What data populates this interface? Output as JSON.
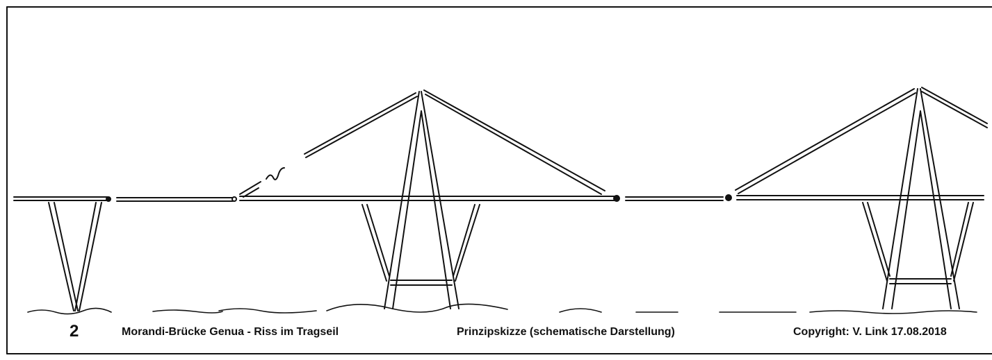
{
  "figure_number": "2",
  "title": "Morandi-Brücke Genua - Riss im Tragseil",
  "subtitle": "Prinzipskizze (schematische Darstellung)",
  "copyright": "Copyright: V. Link 17.08.2018",
  "colors": {
    "ink": "#111111",
    "paper": "#ffffff"
  }
}
